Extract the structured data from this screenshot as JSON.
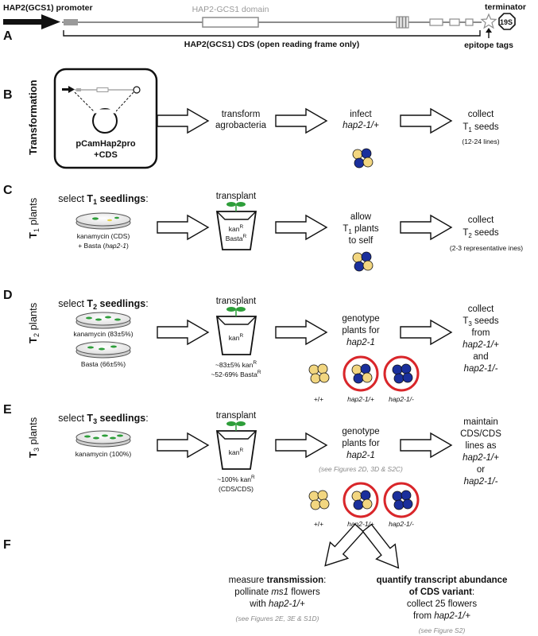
{
  "colors": {
    "yellow_seed": "#f2d680",
    "blue_seed": "#1a2f9c",
    "ring": "#d9262a",
    "gray_line": "#8c8c8c",
    "seedling_green": "#2e9e3a"
  },
  "panelA": {
    "letter": "A",
    "promoter": "HAP2(GCS1) promoter",
    "domain": "HAP2-GCS1 domain",
    "terminator": "terminator",
    "terminator_sign": "19S",
    "cds": "HAP2(GCS1) CDS (open reading frame only)",
    "epitope": "epitope tags"
  },
  "panelB": {
    "letter": "B",
    "side": "Transformation",
    "plasmid_l1": "pCamHap2pro",
    "plasmid_l2": "+CDS",
    "s2_l1": "transform",
    "s2_l2": "agrobacteria",
    "s3_l1": "infect",
    "s3_l2": "hap2-1/+",
    "s4_l1": "collect",
    "s4_l2a": "T",
    "s4_l2s": "1",
    "s4_l2b": " seeds",
    "s4_l3": "(12-24 lines)"
  },
  "panelC": {
    "letter": "C",
    "side_a": "T",
    "side_s": "1",
    "side_b": " plants",
    "sel_a": "select ",
    "sel_b": "T",
    "sel_s": "1",
    "sel_c": " seedlings",
    "sel_d": ":",
    "dish_l1": "kanamycin (CDS)",
    "dish_l2a": "+ Basta (",
    "dish_l2b": "hap2-1",
    "dish_l2c": ")",
    "transplant": "transplant",
    "pot_l1": "kan",
    "pot_l1s": "R",
    "pot_l2": "Basta",
    "pot_l2s": "R",
    "s3_l1": "allow",
    "s3_l2a": "T",
    "s3_l2s": "1",
    "s3_l2b": " plants",
    "s3_l3": "to self",
    "s4_l1": "collect",
    "s4_l2a": "T",
    "s4_l2s": "2",
    "s4_l2b": " seeds",
    "s4_l3": "(2-3 representative ines)"
  },
  "panelD": {
    "letter": "D",
    "side_a": "T",
    "side_s": "2",
    "side_b": " plants",
    "sel_a": "select ",
    "sel_b": "T",
    "sel_s": "2",
    "sel_c": " seedlings",
    "sel_d": ":",
    "dish1": "kanamycin (83±5%)",
    "dish2": "Basta (66±5%)",
    "transplant": "transplant",
    "pot": "kan",
    "pot_s": "R",
    "under_l1": "~83±5% kan",
    "under_l1s": "R",
    "under_l2": "~52-69% Basta",
    "under_l2s": "R",
    "s3_l1": "genotype",
    "s3_l2": "plants for",
    "s3_l3": "hap2-1",
    "g1": "+/+",
    "g2": "hap2-1/+",
    "g3": "hap2-1/-",
    "s4_l1": "collect",
    "s4_l2a": "T",
    "s4_l2s": "3",
    "s4_l2b": " seeds",
    "s4_l3": "from",
    "s4_l4": "hap2-1/+",
    "s4_l5": "and",
    "s4_l6": "hap2-1/-"
  },
  "panelE": {
    "letter": "E",
    "side_a": "T",
    "side_s": "3",
    "side_b": " plants",
    "sel_a": "select ",
    "sel_b": "T",
    "sel_s": "3",
    "sel_c": " seedlings",
    "sel_d": ":",
    "dish": "kanamycin (100%)",
    "transplant": "transplant",
    "pot": "kan",
    "pot_s": "R",
    "under_l1": "~100% kan",
    "under_l1s": "R",
    "under_l2": "(CDS/CDS)",
    "s3_l1": "genotype",
    "s3_l2": "plants for",
    "s3_l3": "hap2-1",
    "s3_ref": "(see Figures 2D, 3D & S2C)",
    "g1": "+/+",
    "g2": "hap2-1/+",
    "g3": "hap2-1/-",
    "s4_l1": "maintain",
    "s4_l2": "CDS/CDS",
    "s4_l3": "lines as",
    "s4_l4": "hap2-1/+",
    "s4_l5": "or",
    "s4_l6": "hap2-1/-"
  },
  "panelF": {
    "letter": "F",
    "left_l1a": "measure ",
    "left_l1b": "transmission",
    "left_l1c": ":",
    "left_l2a": "pollinate ",
    "left_l2b": "ms1",
    "left_l2c": " flowers",
    "left_l3a": "with ",
    "left_l3b": "hap2-1/+",
    "left_ref": "(see Figures 2E, 3E & S1D)",
    "right_l1": "quantify transcript abundance",
    "right_l2": "of CDS variant",
    "right_l2c": ":",
    "right_l3": "collect 25 flowers",
    "right_l4a": "from ",
    "right_l4b": "hap2-1/+",
    "right_ref": "(see Figure S2)"
  }
}
